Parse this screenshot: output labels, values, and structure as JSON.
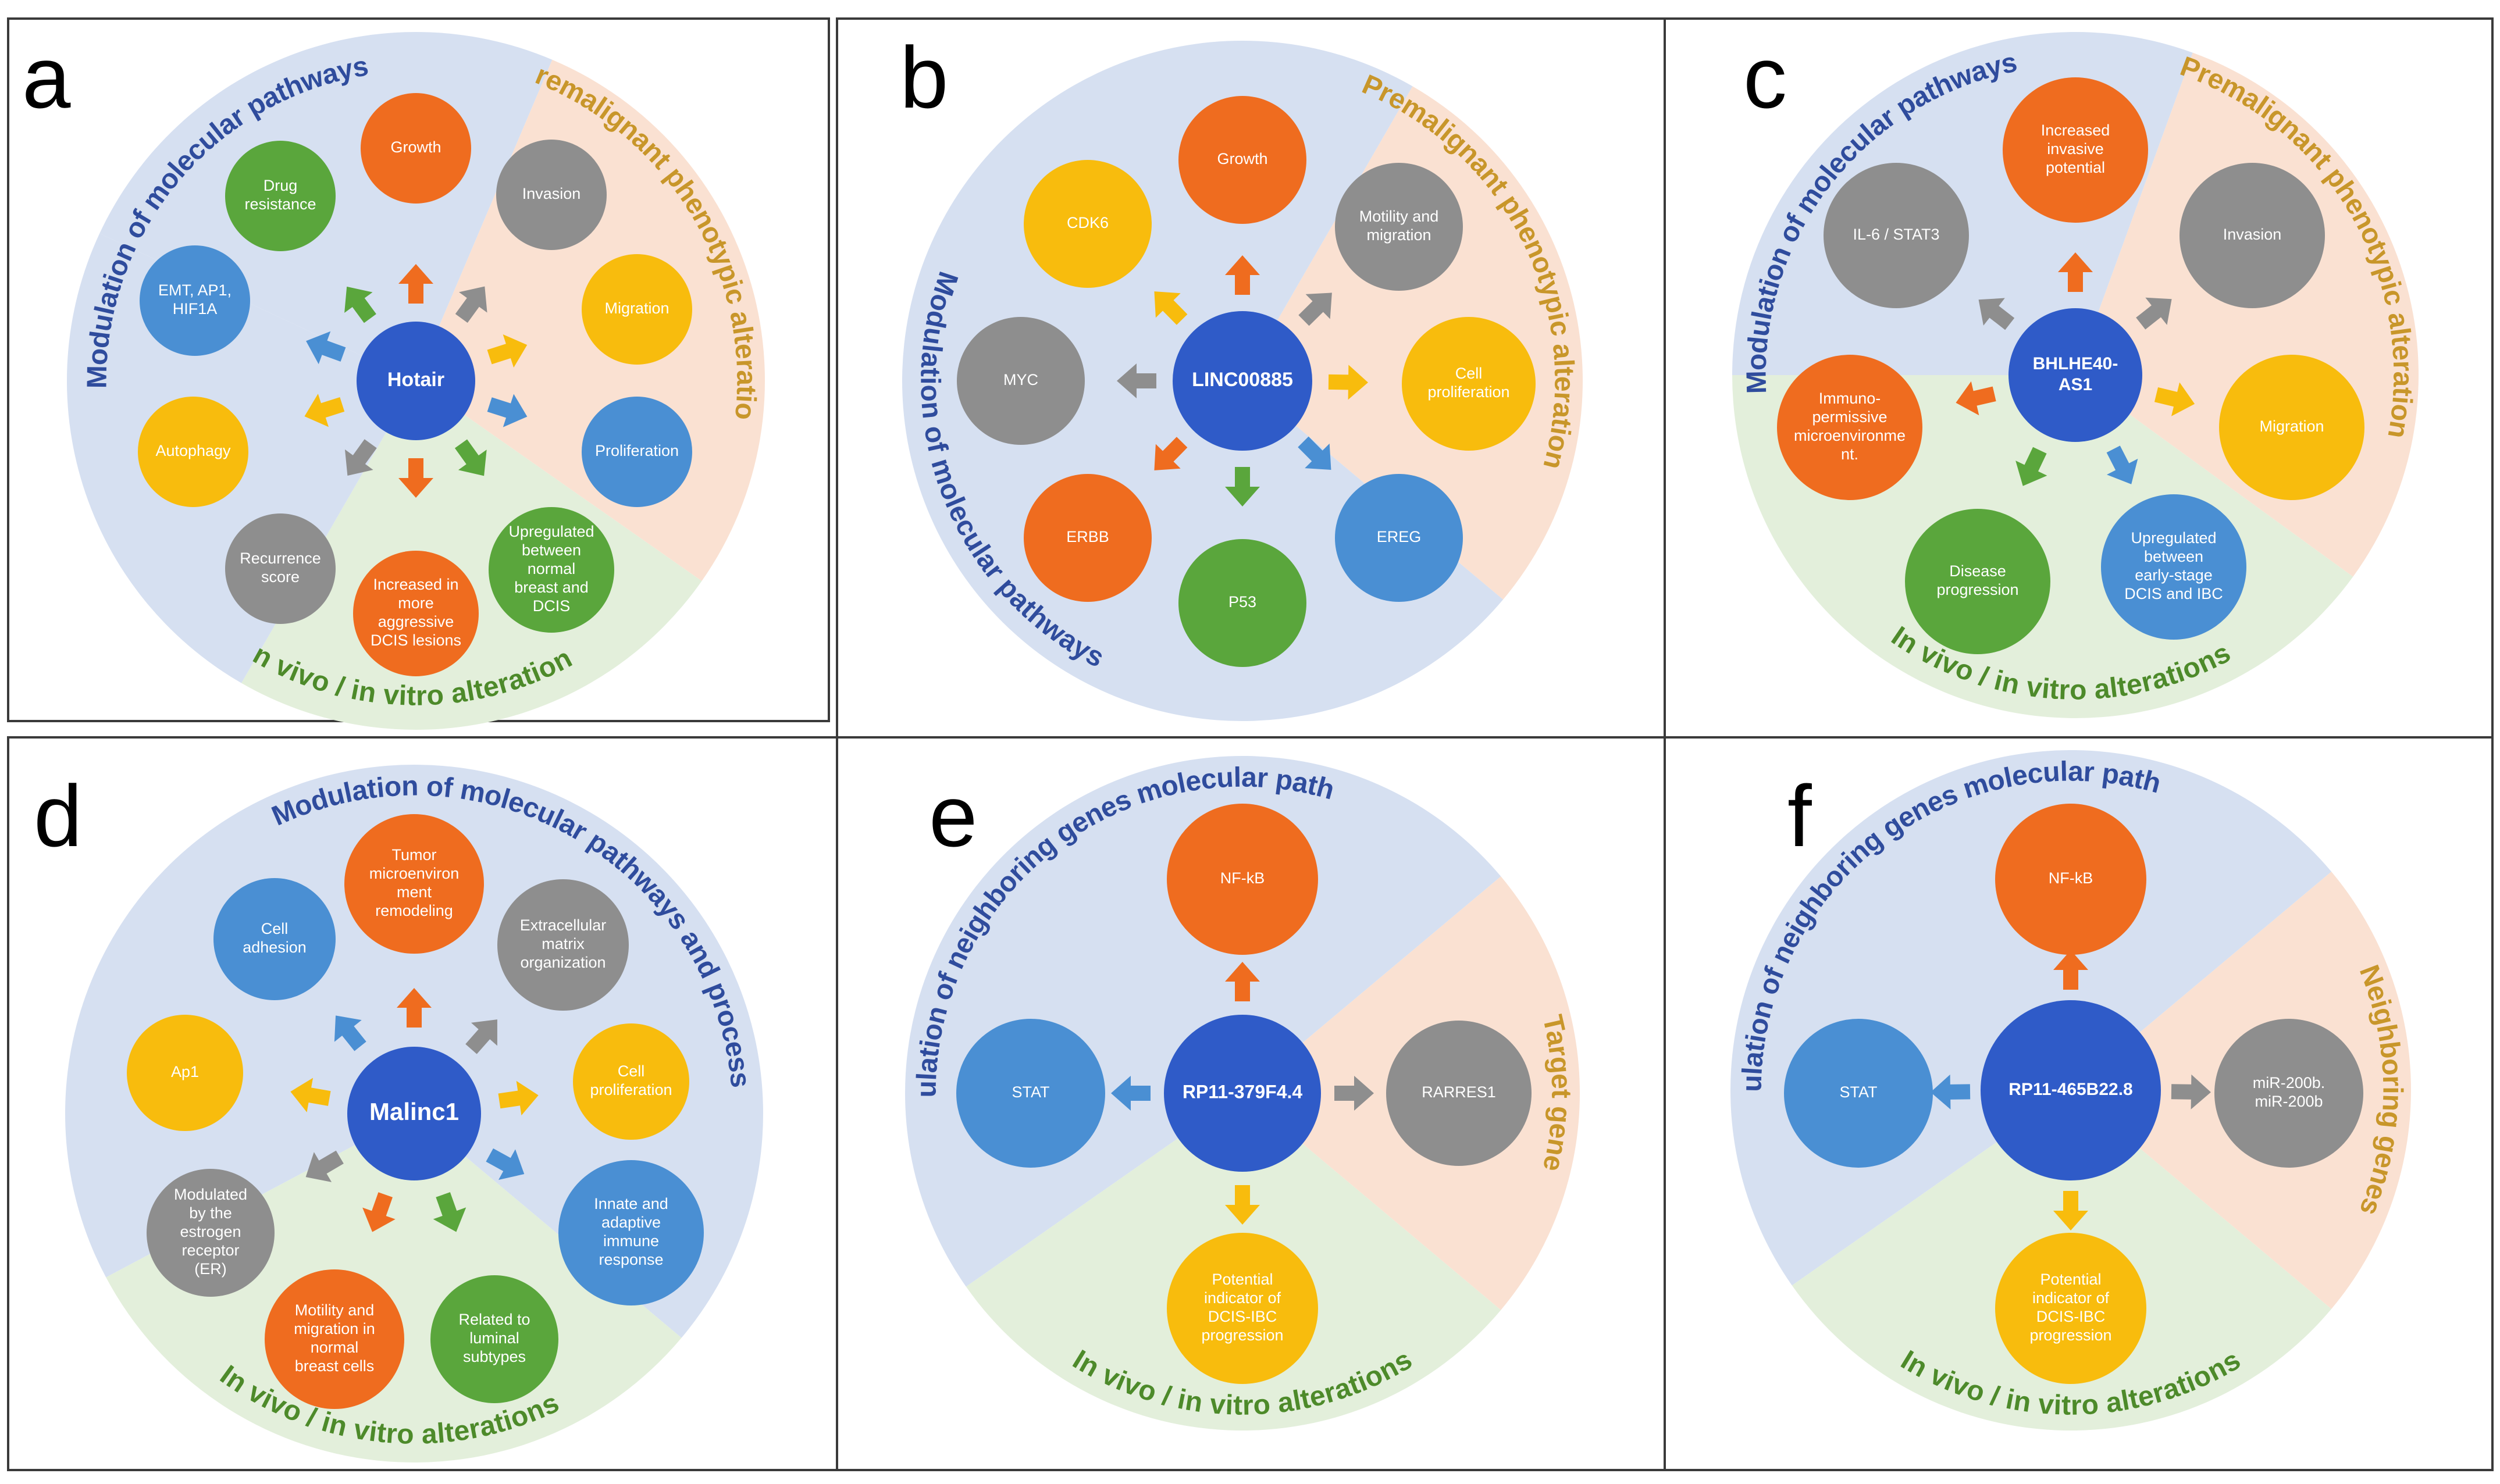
{
  "colors": {
    "sector_blue": "#d6e0f1",
    "sector_peach": "#fae1d2",
    "sector_green": "#e3efdb",
    "title_blue": "#2f4c9d",
    "title_orange": "#c8962a",
    "title_green": "#4d8a2a",
    "hub": "#2f5bc8",
    "orange": "#ef6c1f",
    "gray": "#8e8e8e",
    "yellow": "#f8bc0d",
    "blue": "#4a8fd3",
    "green": "#5aa63c"
  },
  "panels": [
    {
      "letter": "a",
      "hub": "Hotair",
      "sector_titles": [
        {
          "text": "Modulation of molecular pathways",
          "color": "blue"
        },
        {
          "text": "Premalignant phenotypic alteration",
          "color": "orange"
        },
        {
          "text": "In vivo / in vitro alterations",
          "color": "green"
        }
      ],
      "nodes": [
        {
          "lines": [
            "Growth"
          ],
          "color": "orange"
        },
        {
          "lines": [
            "Invasion"
          ],
          "color": "gray"
        },
        {
          "lines": [
            "Migration"
          ],
          "color": "yellow"
        },
        {
          "lines": [
            "Proliferation"
          ],
          "color": "blue"
        },
        {
          "lines": [
            "Upregulated",
            "between",
            "normal",
            "breast and",
            "DCIS"
          ],
          "color": "green"
        },
        {
          "lines": [
            "Increased in",
            "more",
            "aggressive",
            "DCIS lesions"
          ],
          "color": "orange"
        },
        {
          "lines": [
            "Recurrence",
            "score"
          ],
          "color": "gray"
        },
        {
          "lines": [
            "Autophagy"
          ],
          "color": "yellow"
        },
        {
          "lines": [
            "EMT, AP1,",
            "HIF1A"
          ],
          "color": "blue"
        },
        {
          "lines": [
            "Drug",
            "resistance"
          ],
          "color": "green"
        }
      ]
    },
    {
      "letter": "b",
      "hub": "LINC00885",
      "sector_titles": [
        {
          "text": "Premalignant phenotypic alteration",
          "color": "orange"
        },
        {
          "text": "Modulation of molecular pathways",
          "color": "blue"
        }
      ],
      "nodes": [
        {
          "lines": [
            "Growth"
          ],
          "color": "orange"
        },
        {
          "lines": [
            "Motility and",
            "migration"
          ],
          "color": "gray"
        },
        {
          "lines": [
            "Cell",
            "proliferation"
          ],
          "color": "yellow"
        },
        {
          "lines": [
            "EREG"
          ],
          "color": "blue"
        },
        {
          "lines": [
            "P53"
          ],
          "color": "green"
        },
        {
          "lines": [
            "ERBB"
          ],
          "color": "orange"
        },
        {
          "lines": [
            "MYC"
          ],
          "color": "gray"
        },
        {
          "lines": [
            "CDK6"
          ],
          "color": "yellow"
        }
      ]
    },
    {
      "letter": "c",
      "hub": "BHLHE40-\nAS1",
      "sector_titles": [
        {
          "text": "Modulation  of molecular pathways",
          "color": "blue"
        },
        {
          "text": "Premalignant phenotypic alteration",
          "color": "orange"
        },
        {
          "text": "In vivo / in vitro alterations",
          "color": "green"
        }
      ],
      "nodes": [
        {
          "lines": [
            "Increased",
            "invasive",
            "potential"
          ],
          "color": "orange"
        },
        {
          "lines": [
            "Invasion"
          ],
          "color": "gray"
        },
        {
          "lines": [
            "Migration"
          ],
          "color": "yellow"
        },
        {
          "lines": [
            "Upregulated",
            "between",
            "early-stage",
            "DCIS and IBC"
          ],
          "color": "blue"
        },
        {
          "lines": [
            "Disease",
            "progression"
          ],
          "color": "green"
        },
        {
          "lines": [
            "Immuno-",
            "permissive",
            "microenvironme",
            "nt."
          ],
          "color": "orange"
        },
        {
          "lines": [
            "IL-6 / STAT3"
          ],
          "color": "gray"
        }
      ]
    },
    {
      "letter": "d",
      "hub": "Malinc1",
      "sector_titles": [
        {
          "text": "Modulation of molecular pathways and process",
          "color": "blue"
        },
        {
          "text": "In vivo / in vitro alterations",
          "color": "green"
        }
      ],
      "nodes": [
        {
          "lines": [
            "Tumor",
            "microenviron",
            "ment",
            "remodeling"
          ],
          "color": "orange"
        },
        {
          "lines": [
            "Extracellular",
            "matrix",
            "organization"
          ],
          "color": "gray"
        },
        {
          "lines": [
            "Cell",
            "proliferation"
          ],
          "color": "yellow"
        },
        {
          "lines": [
            "Innate and",
            "adaptive",
            "immune",
            "response"
          ],
          "color": "blue"
        },
        {
          "lines": [
            "Related to",
            "luminal",
            "subtypes"
          ],
          "color": "green"
        },
        {
          "lines": [
            "Motility and",
            "migration  in",
            "normal",
            "breast cells"
          ],
          "color": "orange"
        },
        {
          "lines": [
            "Modulated",
            "by the",
            "estrogen",
            "receptor",
            "(ER)"
          ],
          "color": "gray"
        },
        {
          "lines": [
            "Ap1"
          ],
          "color": "yellow"
        },
        {
          "lines": [
            "Cell",
            "adhesion"
          ],
          "color": "blue"
        }
      ]
    },
    {
      "letter": "e",
      "hub": "RP11-379F4.4",
      "sector_titles": [
        {
          "text": "Modulation of neighboring genes molecular pathways",
          "color": "blue"
        },
        {
          "text": "Target gene",
          "color": "orange"
        },
        {
          "text": "In vivo / in vitro alterations",
          "color": "green"
        }
      ],
      "nodes": [
        {
          "lines": [
            "NF-kB"
          ],
          "color": "orange"
        },
        {
          "lines": [
            "RARRES1"
          ],
          "color": "gray"
        },
        {
          "lines": [
            "Potential",
            "indicator of",
            "DCIS-IBC",
            "progression"
          ],
          "color": "yellow"
        },
        {
          "lines": [
            "STAT"
          ],
          "color": "blue"
        }
      ]
    },
    {
      "letter": "f",
      "hub": "RP11-465B22.8",
      "sector_titles": [
        {
          "text": "Modulation of neighboring genes molecular pathways",
          "color": "blue"
        },
        {
          "text": "Neighboring genes",
          "color": "orange"
        },
        {
          "text": "In vivo / in vitro alterations",
          "color": "green"
        }
      ],
      "nodes": [
        {
          "lines": [
            "NF-kB"
          ],
          "color": "orange"
        },
        {
          "lines": [
            "miR-200b.",
            "miR-200b"
          ],
          "color": "gray"
        },
        {
          "lines": [
            "Potential",
            "indicator of",
            "DCIS-IBC",
            "progression"
          ],
          "color": "yellow"
        },
        {
          "lines": [
            "STAT"
          ],
          "color": "blue"
        }
      ]
    }
  ]
}
